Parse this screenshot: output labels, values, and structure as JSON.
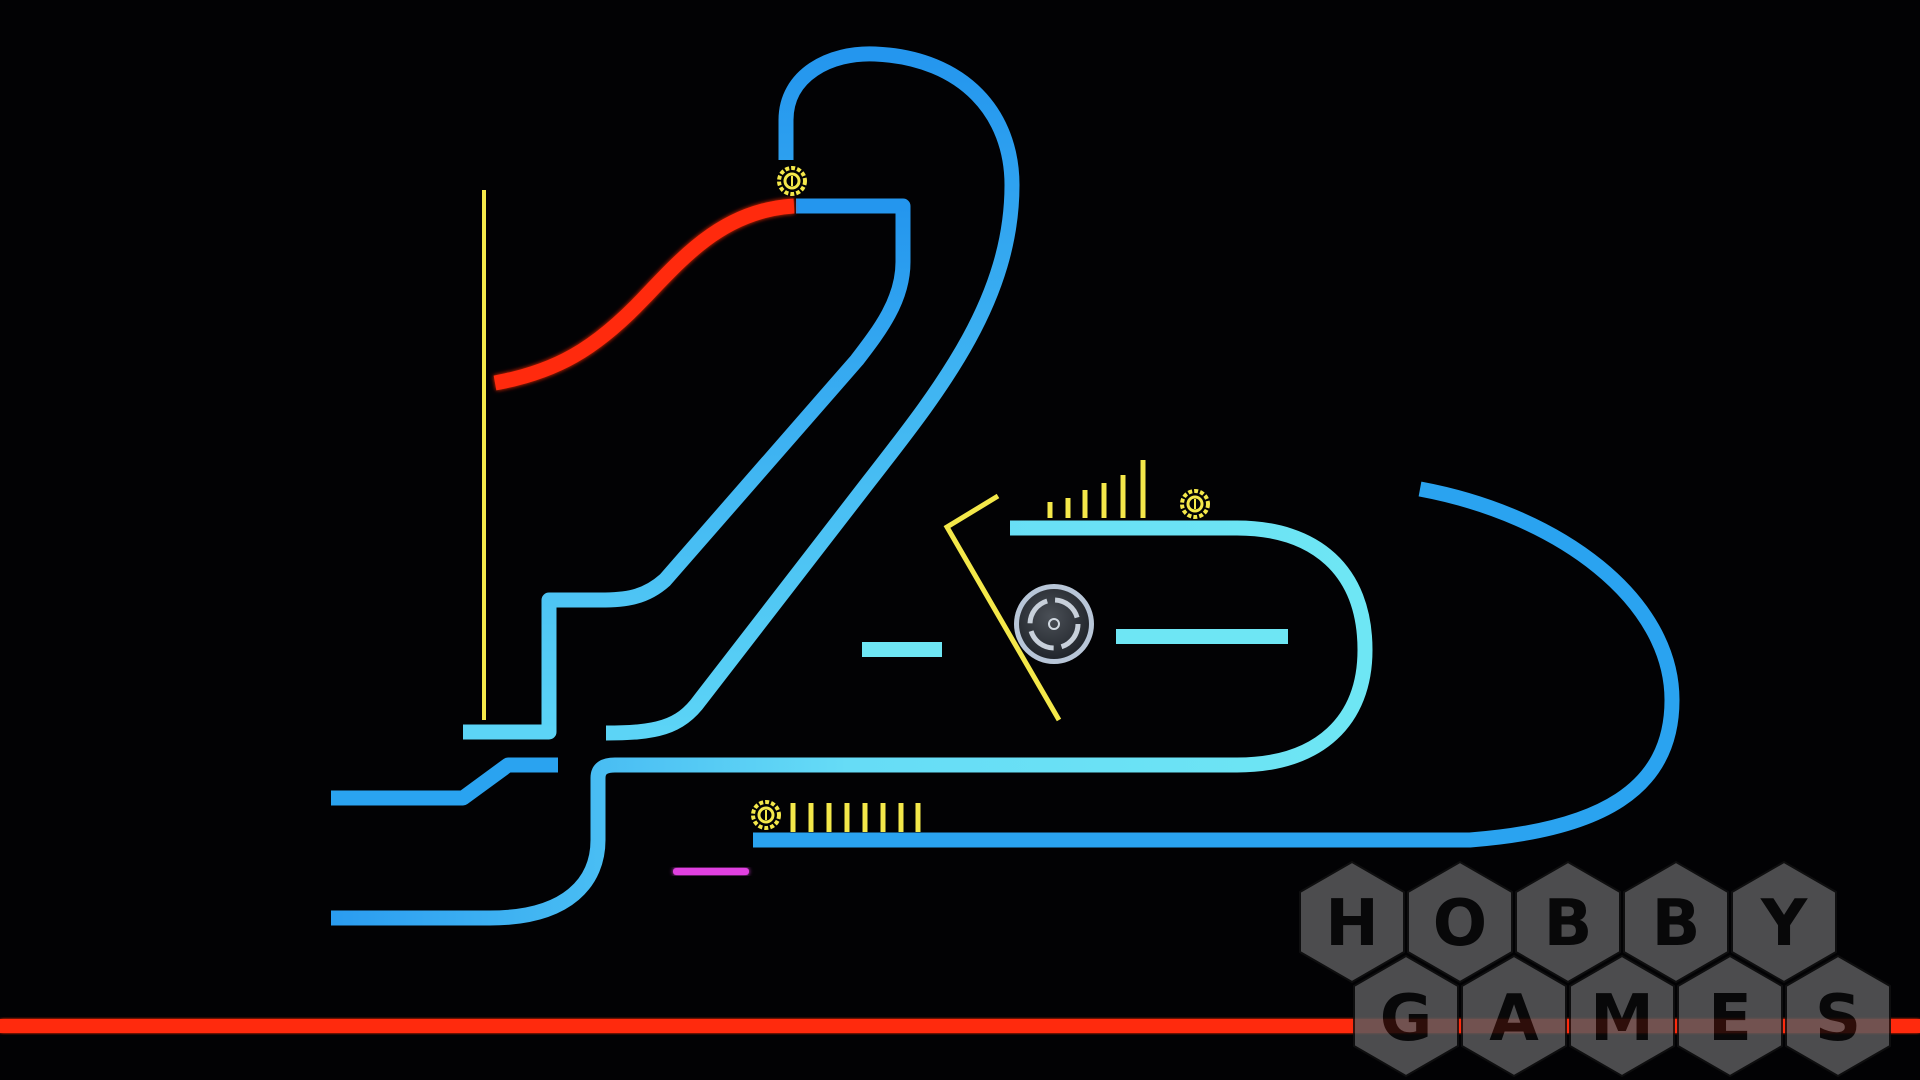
{
  "scene": {
    "type": "physics-puzzle-level",
    "colors": {
      "track_blue": "#2aa3f0",
      "track_cyan": "#6ee6f4",
      "hazard_red": "#ff2a10",
      "yellow": "#f4e84a",
      "magenta": "#e040e0",
      "ball": "#9aa6b4"
    },
    "icons": [
      "gear-switch-icon",
      "gear-switch-icon",
      "gear-switch-icon"
    ]
  },
  "logo": {
    "row1": [
      "H",
      "O",
      "B",
      "B",
      "Y"
    ],
    "row2": [
      "G",
      "A",
      "M",
      "E",
      "S"
    ]
  }
}
